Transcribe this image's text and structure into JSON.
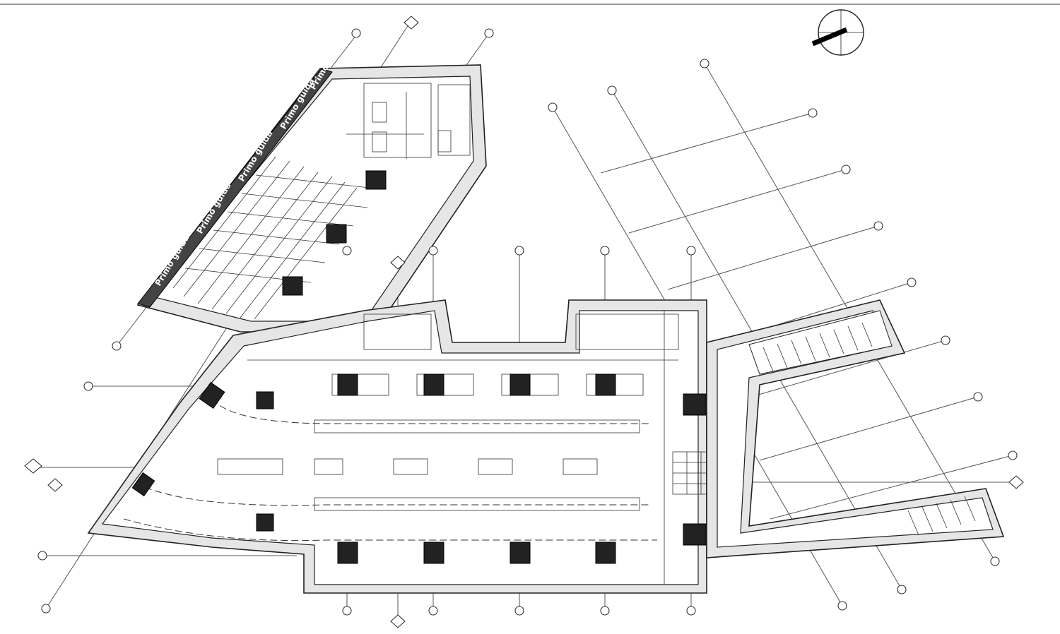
{
  "plan": {
    "parking_labels": [
      "Primo guida",
      "Primo guida",
      "Primo guida",
      "Primo guida",
      "Primo guida"
    ],
    "colors": {
      "line": "#222222",
      "wall_fill": "#e6e6e6",
      "label_fill": "#444444",
      "background": "#ffffff"
    },
    "icons": [
      "north-arrow-icon",
      "section-marker-icon",
      "grid-bubble-icon",
      "column-icon"
    ]
  }
}
